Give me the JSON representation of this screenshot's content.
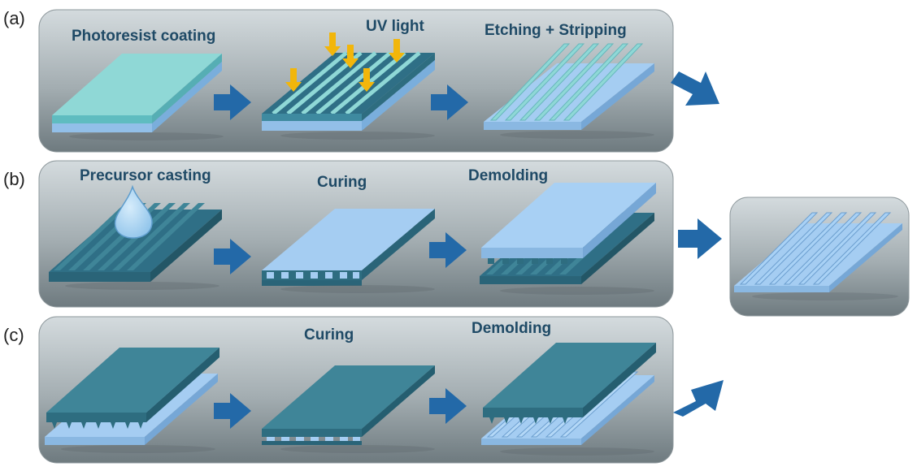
{
  "panels": [
    {
      "letter": "(a)",
      "steps": [
        "Photoresist coating",
        "UV light",
        "Etching + Stripping"
      ]
    },
    {
      "letter": "(b)",
      "steps": [
        "Precursor casting",
        "Curing",
        "Demolding"
      ]
    },
    {
      "letter": "(c)",
      "steps": [
        "Curing",
        "Demolding"
      ]
    }
  ],
  "colors": {
    "panel_top": "#d2d9dc",
    "panel_bottom": "#6f7b80",
    "teal_top": "#8fd8d6",
    "light_blue_top": "#a5cdf2",
    "dark_teal_top": "#3f8598",
    "arrow": "#2369a8",
    "uv_arrow": "#f2b60b",
    "label": "#1f4a66"
  }
}
